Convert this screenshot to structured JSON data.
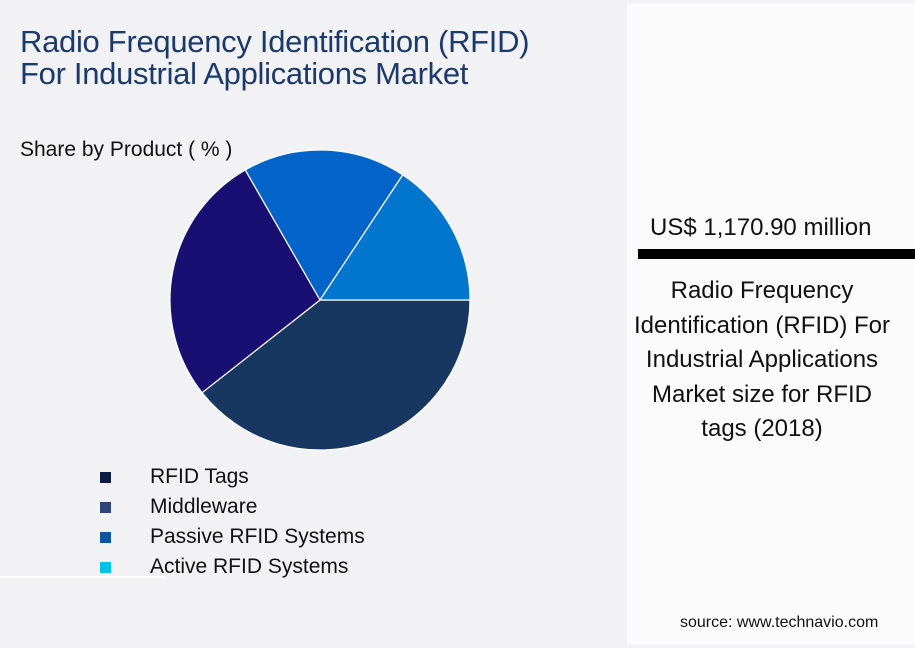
{
  "header": {
    "title": "Radio Frequency Identification (RFID) For Industrial Applications Market",
    "subtitle": "Share by Product ( % )"
  },
  "legend": [
    {
      "label": "RFID Tags",
      "color": "#0c1c48"
    },
    {
      "label": "Middleware",
      "color": "#2e4677"
    },
    {
      "label": "Passive RFID Systems",
      "color": "#0a57a6"
    },
    {
      "label": "Active RFID Systems",
      "color": "#00c2e4"
    }
  ],
  "side_panel": {
    "value": "US$ 1,170.90 million",
    "description": "Radio Frequency Identification (RFID) For Industrial Applications Market size for RFID tags (2018)",
    "source": "source: www.technavio.com"
  },
  "chart_data": {
    "type": "pie",
    "title": "Radio Frequency Identification (RFID) For Industrial Applications Market",
    "subtitle": "Share by Product ( % )",
    "categories": [
      "RFID Tags",
      "Middleware",
      "Passive RFID Systems",
      "Active RFID Systems"
    ],
    "values": [
      39.4,
      27.3,
      17.6,
      15.7
    ],
    "slice_colors": [
      "#173660",
      "#190f72",
      "#0264c8",
      "#0275cc"
    ],
    "start_angle_deg": 0,
    "direction": "clockwise",
    "legend_position": "bottom",
    "annotation": "US$ 1,170.90 million — market size for RFID tags (2018)"
  }
}
